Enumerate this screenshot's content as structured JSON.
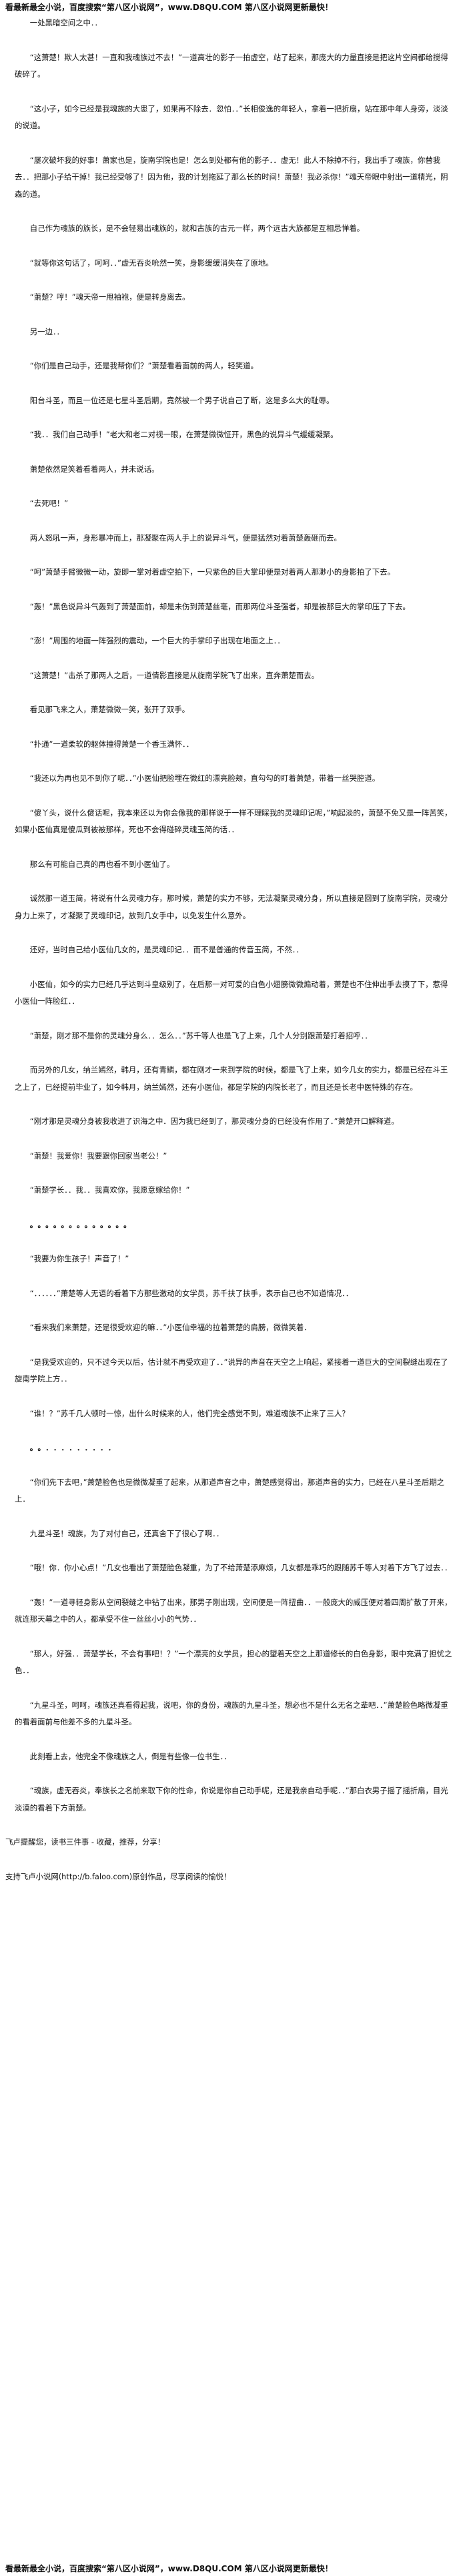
{
  "header_banner": "看最新最全小说，百度搜索“第八区小说网”，www.D8QU.COM 第八区小说网更新最快！",
  "paragraphs": [
    "一处黑暗空间之中．．",
    "“这萧楚！欺人太甚！一直和我魂族过不去！”一道高壮的影子一拍虚空，站了起来，那庞大的力量直接是把这片空间都给搅得破碎了。",
    "“这小子，如今已经是我魂族的大患了，如果再不除去．忽怕．．”长相俊逸的年轻人，拿着一把折扇，站在那中年人身旁，淡淡的说道。",
    "“屡次破坏我的好事！萧家也是，旋南学院也是！怎么到处都有他的影子．．虚无！此人不除掉不行，我出手了魂族，你替我去．．把那小子给干掉！我已经受够了！因为他，我的计划拖延了那么长的时间！萧楚！我必杀你！”魂天帝眼中射出一道精光，阴森的道。",
    "自己作为魂族的族长，是不会轻易出魂族的，就和古族的古元一样，两个远古大族都是互相忌惮着。",
    "“就等你这句话了，呵呵．．”虚无吞炎吮然一笑，身影缓缓消失在了原地。",
    "“萧楚？哼！”魂天帝一甩袖袍，便是转身离去。",
    "另一边．．",
    "“你们是自己动手，还是我帮你们？”萧楚看着面前的两人，轻笑道。",
    "阳台斗圣，而且一位还是七星斗圣后期，竟然被一个男子说自己了断，这是多么大的耻辱。",
    "“我．．我们自己动手！”老大和老二对视一眼，在萧楚微微怔开，黑色的说异斗气缓缓凝聚。",
    "萧楚依然是笑着看着两人，并未说话。",
    "“去死吧！”",
    "两人怒吼一声，身形暴冲而上，那凝聚在两人手上的说异斗气，便是猛然对着萧楚轰砸而去。",
    "“呵”萧楚手臂微微一动，旋即一掌对着虚空拍下，一只紫色的巨大掌印便是对着两人那渺小的身影拍了下去。",
    "“轰！”黑色说异斗气轰到了萧楚面前，却是未伤到萧楚丝毫，而那两位斗圣强者，却是被那巨大的掌印压了下去。",
    "“澎！”周围的地面一阵强烈的震动，一个巨大的手掌印子出现在地面之上．．",
    "“这萧楚！”击杀了那两人之后，一道倩影直接是从旋南学院飞了出来，直奔萧楚而去。",
    "看见那飞来之人，萧楚微微一笑，张开了双手。",
    "“扑通”一道柔软的躯体撞得萧楚一个香玉满怀．．",
    "“我还以为再也见不到你了呢．．”小医仙把脸埋在微红的漂亮脸颊，直勾勾的盯着萧楚，带着一丝哭腔道。",
    "“傻丫头，说什么傻话呢，我本来还以为你会像我的那样说于一样不理睬我的灵魂印记呢，”响起淡的，萧楚不免又是一阵苦笑，如果小医仙真是傻瓜到被被那样，死也不会得碰碎灵魂玉简的话．．",
    "那么有可能自己真的再也看不到小医仙了。",
    "诚然那一道玉简，将说有什么灵魂力存，那时候，萧楚的实力不够，无法凝聚灵魂分身，所以直接是回到了旋南学院，灵魂分身力上来了，才凝聚了灵魂印记，放到几女手中，以免发生什么意外。",
    "还好，当时自己给小医仙几女的，是灵魂印记．．而不是普通的传音玉简，不然．．",
    "小医仙，如今的实力已经几乎达到斗皇级别了，在后那一对可爱的白色小翅膀微微煽动着，萧楚也不住伸出手去摸了下，惹得小医仙一阵脸红．．",
    "“萧楚，刚才那不是你的灵魂分身么．．怎么．．”苏千等人也是飞了上来，几个人分别跟萧楚打着招呼．．",
    "而另外的几女，纳兰嫣然，韩月，还有青鳞，都在刚才一来到学院的时候，都是飞了上来，如今几女的实力，都是已经在斗王之上了，已经提前毕业了，如今韩月，纳兰嫣然，还有小医仙，都是学院的内院长老了，而且还是长老中医特殊的存在。",
    "“刚才那是灵魂分身被我收进了识海之中．因为我已经到了，那灵魂分身的已经没有作用了．”萧楚开口解释道。",
    "“萧楚！我爱你！我要跟你回家当老公！”",
    "“萧楚学长．．我．．我喜欢你，我愿意嫁给你！”",
    "。。。。。。。。。。。。。",
    "“我要为你生孩子！声音了！”",
    "“．．．．．．”萧楚等人无语的看着下方那些激动的女学员，苏千扶了扶手，表示自己也不知道情况．．",
    "“看来我们来萧楚，还是很受欢迎的嘛．．”小医仙幸福的拉着萧楚的肩膀，微微笑着．",
    "“是我受欢迎的，只不过今天以后，估计就不再受欢迎了．．”说异的声音在天空之上响起，紧接着一道巨大的空间裂缝出现在了旋南学院上方．．",
    "“谁！？”苏千几人顿时一惊，出什么时候来的人，他们完全感觉不到，难道魂族不止来了三人？",
    "。。．．．．．．．．．",
    "“你们先下去吧，”萧楚脸色也是微微凝重了起来，从那道声音之中，萧楚感觉得出，那道声音的实力，已经在八星斗圣后期之上．",
    "九星斗圣！魂族，为了对付自己，还真舍下了很心了啊．．",
    "“哦！你．你小心点！”几女也看出了萧楚脸色凝重，为了不给萧楚添麻烦，几女都是乖巧的跟随苏千等人对着下方飞了过去．．",
    "“轰！”一道寻轻身影从空间裂缝之中钻了出来，那男子刚出现，空间便是一阵扭曲．．一般庞大的威压便对着四周扩散了开来，就连那天幕之中的人，都承受不住一丝丝小小的气势．．",
    "“那人，好强．．萧楚学长，不会有事吧！？”一个漂亮的女学员，担心的望着天空之上那道修长的白色身影，眼中充满了担忧之色．．",
    "“九星斗圣，呵呵，魂族还真看得起我，说吧，你的身份，魂族的九星斗圣，想必也不是什么无名之辈吧．．”萧楚脸色略微凝重的看着面前与他差不多的九星斗圣。",
    "此刻看上去，他完全不像魂族之人，倒是有些像一位书生．．",
    "“魂族，虚无吞炎，奉族长之名前来取下你的性命，你说是你自己动手呢，还是我亲自动手呢．．”那白衣男子摇了摇折扇，目光淡漠的看着下方萧楚。",
    "飞卢提醒您，读书三件事 - 收藏，推荐，分享！",
    "支持飞卢小说网(http://b.faloo.com)原创作品，尽享阅读的愉悦！"
  ],
  "footer_banner": "看最新最全小说，百度搜索“第八区小说网”，www.D8QU.COM 第八区小说网更新最快！"
}
